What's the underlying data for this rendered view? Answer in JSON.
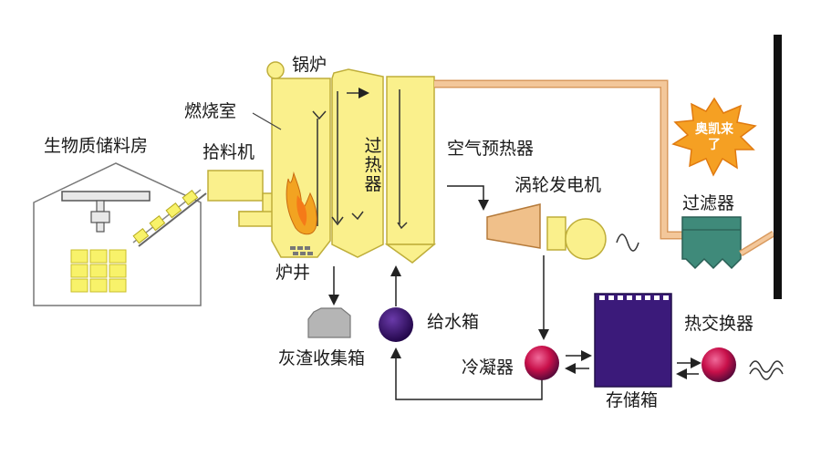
{
  "labels": {
    "biomass_storage": "生物质储料房",
    "loader": "拾料机",
    "combustion_chamber": "燃烧室",
    "boiler": "锅炉",
    "superheater": "过热器",
    "air_preheater": "空气预热器",
    "turbine_generator": "涡轮发电机",
    "filter": "过滤器",
    "furnace_well": "炉井",
    "ash_box": "灰渣收集箱",
    "feedwater_tank": "给水箱",
    "condenser": "冷凝器",
    "storage_tank": "存储箱",
    "heat_exchanger": "热交换器",
    "dioxin_burst": "奥凯来了"
  },
  "colors": {
    "boiler_fill": "#faf08c",
    "boiler_stroke": "#bfae3a",
    "pipe": "#f3c79a",
    "pipe_edge": "#d99a5e",
    "burst": "#f5a023",
    "filter": "#3f8a7a",
    "tank": "#3b1a7a",
    "turbine": "#f0c08a",
    "ball_red": "#d0114c",
    "ball_purple": "#3a0a6e",
    "wall": "#1a1a1a"
  }
}
